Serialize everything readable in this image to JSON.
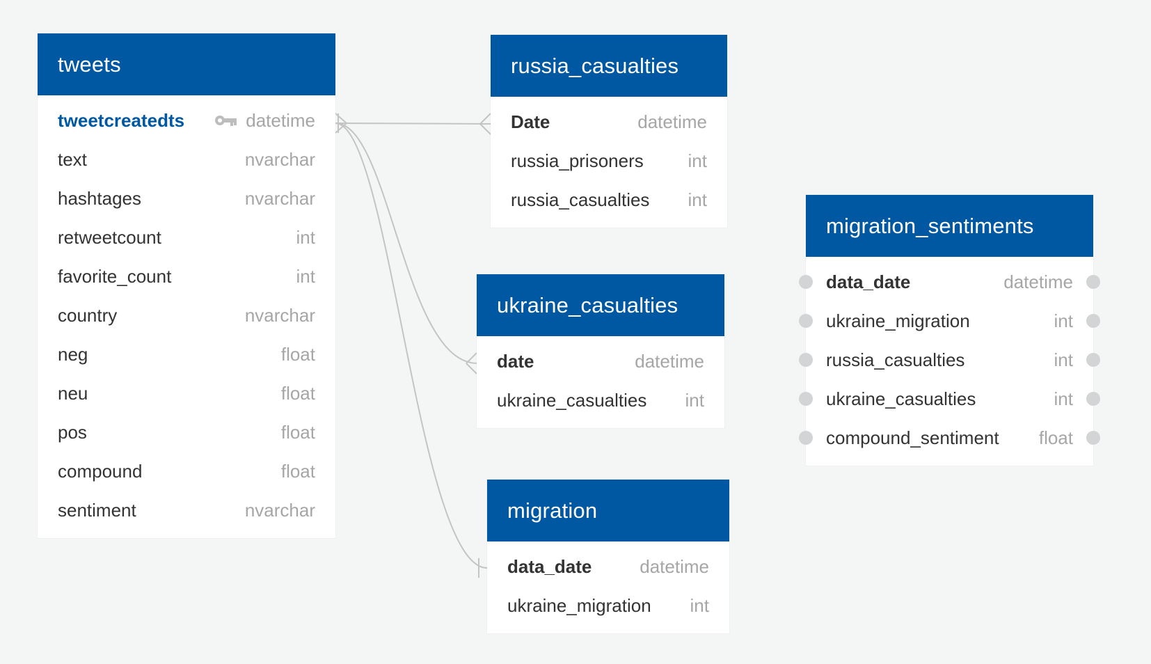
{
  "tables": {
    "tweets": {
      "name": "tweets",
      "fields": [
        {
          "name": "tweetcreatedts",
          "type": "datetime"
        },
        {
          "name": "text",
          "type": "nvarchar"
        },
        {
          "name": "hashtages",
          "type": "nvarchar"
        },
        {
          "name": "retweetcount",
          "type": "int"
        },
        {
          "name": "favorite_count",
          "type": "int"
        },
        {
          "name": "country",
          "type": "nvarchar"
        },
        {
          "name": "neg",
          "type": "float"
        },
        {
          "name": "neu",
          "type": "float"
        },
        {
          "name": "pos",
          "type": "float"
        },
        {
          "name": "compound",
          "type": "float"
        },
        {
          "name": "sentiment",
          "type": "nvarchar"
        }
      ]
    },
    "russia_casualties": {
      "name": "russia_casualties",
      "fields": [
        {
          "name": "Date",
          "type": "datetime"
        },
        {
          "name": "russia_prisoners",
          "type": "int"
        },
        {
          "name": "russia_casualties",
          "type": "int"
        }
      ]
    },
    "ukraine_casualties": {
      "name": "ukraine_casualties",
      "fields": [
        {
          "name": "date",
          "type": "datetime"
        },
        {
          "name": "ukraine_casualties",
          "type": "int"
        }
      ]
    },
    "migration": {
      "name": "migration",
      "fields": [
        {
          "name": "data_date",
          "type": "datetime"
        },
        {
          "name": "ukraine_migration",
          "type": "int"
        }
      ]
    },
    "migration_sentiments": {
      "name": "migration_sentiments",
      "fields": [
        {
          "name": "data_date",
          "type": "datetime"
        },
        {
          "name": "ukraine_migration",
          "type": "int"
        },
        {
          "name": "russia_casualties",
          "type": "int"
        },
        {
          "name": "ukraine_casualties",
          "type": "int"
        },
        {
          "name": "compound_sentiment",
          "type": "float"
        }
      ]
    }
  },
  "colors": {
    "header": "#0058a3",
    "primary_key": "#0058a3",
    "type_text": "#a6a6a6",
    "link_line": "#c4c4c4",
    "background": "#f4f5f5"
  },
  "relationships": [
    {
      "from": "tweets.tweetcreatedts",
      "to": "russia_casualties.Date",
      "from_end": "one-and-many",
      "to_end": "many"
    },
    {
      "from": "tweets.tweetcreatedts",
      "to": "ukraine_casualties.date",
      "from_end": "one-and-many",
      "to_end": "many"
    },
    {
      "from": "tweets.tweetcreatedts",
      "to": "migration.data_date",
      "from_end": "one-and-many",
      "to_end": "one"
    }
  ]
}
